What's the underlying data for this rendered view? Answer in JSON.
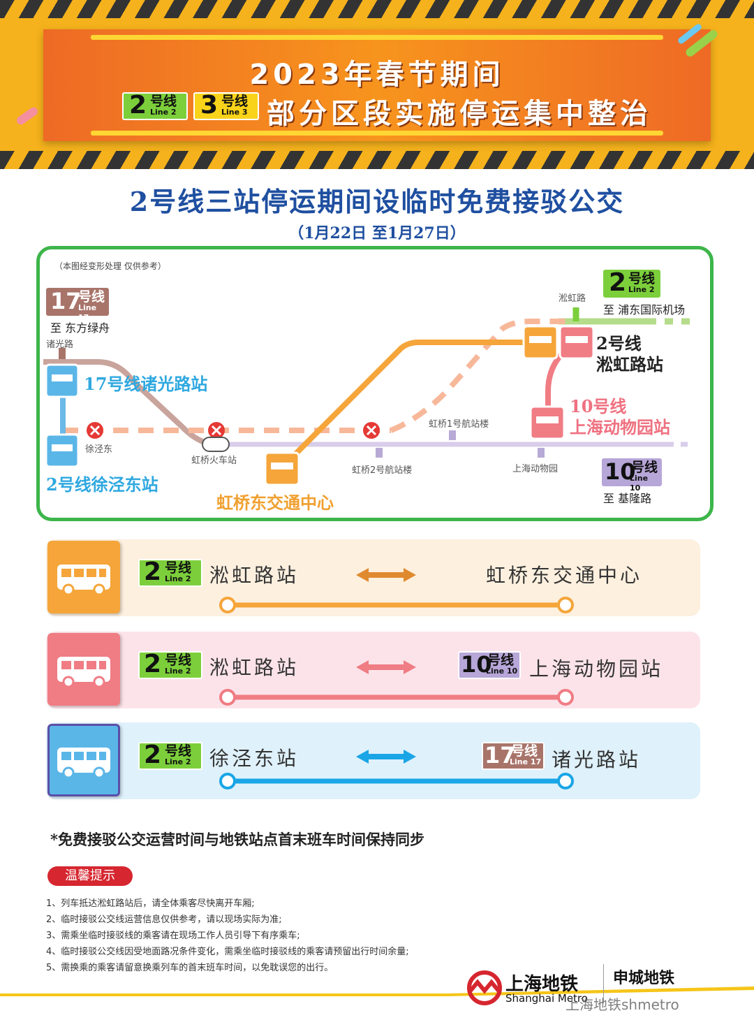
{
  "header": {
    "headline_1": "2023年春节期间",
    "headline_2": "部分区段实施停运集中整治",
    "badge_line2": {
      "num": "2",
      "cn": "号线",
      "en": "Line 2"
    },
    "badge_line3": {
      "num": "3",
      "cn": "号线",
      "en": "Line 3"
    }
  },
  "subtitle": "2号线三站停运期间设临时免费接驳公交",
  "date_range": "（1月22日 至1月27日）",
  "map": {
    "disclaimer": "（本图经变形处理 仅供参考）",
    "line17_badge": {
      "num": "17",
      "cn": "号线",
      "en": "Line 17"
    },
    "line17_dir": "至 东方绿舟",
    "zhuguang_small": "诸光路",
    "zhuguang_stop": "17号线诸光路站",
    "xujing_small": "徐泾东",
    "xujing_stop": "2号线徐泾东站",
    "hongqiao_rail": "虹桥火车站",
    "hongqiao_east": "虹桥东交通中心",
    "t2": "虹桥2号航站楼",
    "t1": "虹桥1号航站楼",
    "zoo_small": "上海动物园",
    "zoo_stop_line": "10号线",
    "zoo_stop_name": "上海动物园站",
    "songhong_small": "淞虹路",
    "songhong_stop_line": "2号线",
    "songhong_stop_name": "淞虹路站",
    "line2_badge": {
      "num": "2",
      "cn": "号线",
      "en": "Line 2"
    },
    "line2_dir": "至 浦东国际机场",
    "line10_badge": {
      "num": "10",
      "cn": "号线",
      "en": "Line 10"
    },
    "line10_dir": "至 基隆路"
  },
  "routes": [
    {
      "from_badge": {
        "num": "2",
        "cn": "号线",
        "en": "Line 2"
      },
      "from": "淞虹路站",
      "to": "虹桥东交通中心",
      "color": "#f5a53a"
    },
    {
      "from_badge": {
        "num": "2",
        "cn": "号线",
        "en": "Line 2"
      },
      "from": "淞虹路站",
      "to_badge": {
        "num": "10",
        "cn": "号线",
        "en": "Line 10"
      },
      "to": "上海动物园站",
      "color": "#f07c84"
    },
    {
      "from_badge": {
        "num": "2",
        "cn": "号线",
        "en": "Line 2"
      },
      "from": "徐泾东站",
      "to_badge": {
        "num": "17",
        "cn": "号线",
        "en": "Line 17"
      },
      "to": "诸光路站",
      "color": "#1aa6e6"
    }
  ],
  "note": "*免费接驳公交运营时间与地铁站点首末班车时间保持同步",
  "tips_title": "温馨提示",
  "tips": [
    "1、列车抵达淞虹路站后，请全体乘客尽快离开车厢;",
    "2、临时接驳公交线运营信息仅供参考，请以现场实际为准;",
    "3、需乘坐临时接驳线的乘客请在现场工作人员引导下有序乘车;",
    "4、临时接驳公交线因受地面路况条件变化，需乘坐临时接驳线的乘客请预留出行时间余量;",
    "5、需换乘的乘客请留意换乘列车的首末班车时间，以免耽误您的出行。"
  ],
  "footer": {
    "logo_cn": "上海地铁",
    "logo_en": "Shanghai Metro",
    "shen": "申城地铁",
    "wechat": "上海地铁shmetro"
  }
}
